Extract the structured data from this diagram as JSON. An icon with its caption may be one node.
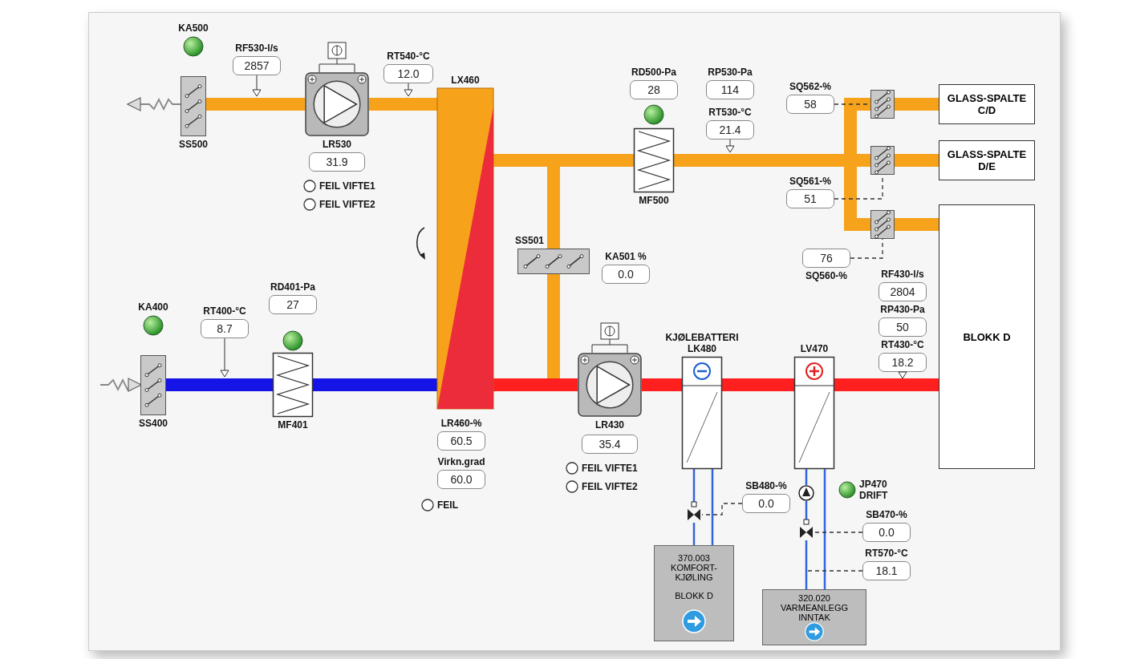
{
  "diagram": {
    "nodes": [
      {
        "text": [
          "SS500"
        ]
      },
      {
        "text": [
          "KA500"
        ]
      },
      {
        "text": [
          "RF530-l/s",
          "2857"
        ]
      },
      {
        "text": [
          "LR530"
        ]
      },
      {
        "text": [
          "31.9"
        ]
      },
      {
        "text": [
          "FEIL VIFTE1"
        ]
      },
      {
        "text": [
          "FEIL VIFTE2"
        ]
      },
      {
        "text": [
          "RT540-°C",
          "12.0"
        ]
      },
      {
        "text": [
          "LX460"
        ]
      },
      {
        "text": [
          "RD500-Pa",
          "28"
        ]
      },
      {
        "text": [
          "MF500"
        ]
      },
      {
        "text": [],
        "shape": "circle"
      },
      {
        "text": [
          "RP530-Pa",
          "114"
        ]
      },
      {
        "text": [
          "RT530-°C",
          "21.4"
        ]
      },
      {
        "text": [
          "SQ562-%",
          "58"
        ]
      },
      {
        "text": [
          "SQ561-%",
          "51"
        ]
      },
      {
        "text": [],
        "shape": "box"
      },
      {
        "text": [],
        "shape": "box"
      },
      {
        "text": [
          "GLASS-SPALTE C/D"
        ]
      },
      {
        "text": [
          "GLASS-SPALTE D/E"
        ]
      },
      {
        "text": [],
        "shape": "box"
      },
      {
        "text": [
          "76",
          "SQ560-%"
        ]
      },
      {
        "text": [
          "BLOKK D"
        ]
      },
      {
        "text": [
          "SS501"
        ]
      },
      {
        "text": [
          "KA501 %",
          "0.0"
        ]
      },
      {
        "text": [
          "KA400"
        ]
      },
      {
        "text": [
          "SS400"
        ]
      },
      {
        "text": [
          "RT400-°C",
          "8.7"
        ]
      },
      {
        "text": [
          "RD401-Pa",
          "27"
        ]
      },
      {
        "text": [
          "MF401"
        ]
      },
      {
        "text": [],
        "shape": "circle"
      },
      {
        "text": [
          "LR460-%",
          "60.5"
        ]
      },
      {
        "text": [
          "Virkn.grad",
          "60.0"
        ]
      },
      {
        "text": [
          "FEIL"
        ]
      },
      {
        "text": [
          "LR430"
        ]
      },
      {
        "text": [
          "35.4"
        ]
      },
      {
        "text": [
          "FEIL VIFTE1"
        ]
      },
      {
        "text": [
          "FEIL VIFTE2"
        ]
      },
      {
        "text": [
          "KJØLEBATTERI LK480"
        ]
      },
      {
        "text": [
          "LV470"
        ]
      },
      {
        "text": [
          "RF430-l/s",
          "2804"
        ]
      },
      {
        "text": [
          "RP430-Pa",
          "50"
        ]
      },
      {
        "text": [
          "RT430-°C",
          "18.2"
        ]
      },
      {
        "text": [
          "SB480-%",
          "0.0"
        ]
      },
      {
        "text": [
          "JP470 DRIFT"
        ]
      },
      {
        "text": [
          "SB470-%",
          "0.0"
        ]
      },
      {
        "text": [
          "RT570-°C",
          "18.1"
        ]
      },
      {
        "text": [
          "370.003 KOMFORT-KJØLING",
          "BLOKK D"
        ]
      },
      {
        "text": [
          "320.020 VARMEANLEGG INNTAK"
        ]
      },
      {
        "text": [],
        "shape": "valve"
      },
      {
        "text": [],
        "shape": "valve"
      },
      {
        "text": [],
        "shape": "pump"
      }
    ],
    "edges": [
      {
        "from": 8,
        "to": 3,
        "arrow": "none",
        "color": "#f7a21b"
      },
      {
        "from": 3,
        "to": 0,
        "arrow": "none",
        "color": "#f7a21b"
      },
      {
        "from": 0,
        "to": null,
        "arrow": "to",
        "color": "#888888"
      },
      {
        "from": 18,
        "to": 16,
        "arrow": "none",
        "color": "#f7a21b"
      },
      {
        "from": 19,
        "to": 17,
        "arrow": "none",
        "color": "#f7a21b"
      },
      {
        "from": 22,
        "to": 20,
        "arrow": "none",
        "color": "#f7a21b"
      },
      {
        "from": 16,
        "to": 10,
        "arrow": "none",
        "color": "#f7a21b"
      },
      {
        "from": 17,
        "to": 10,
        "arrow": "none",
        "color": "#f7a21b"
      },
      {
        "from": 20,
        "to": 10,
        "arrow": "none",
        "color": "#f7a21b"
      },
      {
        "from": 10,
        "to": 8,
        "arrow": "none",
        "color": "#f7a21b"
      },
      {
        "from": 10,
        "to": 23,
        "arrow": "none",
        "color": "#f7a21b"
      },
      {
        "from": 23,
        "to": 34,
        "arrow": "none",
        "color": "#f7a21b"
      },
      {
        "from": null,
        "to": 26,
        "arrow": "to",
        "color": "#888888"
      },
      {
        "from": 26,
        "to": 29,
        "arrow": "none",
        "color": "#1414e6"
      },
      {
        "from": 29,
        "to": 8,
        "arrow": "none",
        "color": "#1414e6"
      },
      {
        "from": 8,
        "to": 34,
        "arrow": "none",
        "color": "#ff1f1f"
      },
      {
        "from": 34,
        "to": 38,
        "arrow": "none",
        "color": "#ff1f1f"
      },
      {
        "from": 38,
        "to": 39,
        "arrow": "none",
        "color": "#ff1f1f"
      },
      {
        "from": 39,
        "to": 22,
        "arrow": "none",
        "color": "#ff1f1f"
      },
      {
        "from": 38,
        "to": 49,
        "arrow": "none",
        "color": "#3366dd"
      },
      {
        "from": 49,
        "to": 47,
        "arrow": "none",
        "color": "#3366dd"
      },
      {
        "from": 38,
        "to": 47,
        "arrow": "none",
        "color": "#3366dd"
      },
      {
        "from": 39,
        "to": 51,
        "arrow": "none",
        "color": "#3366dd"
      },
      {
        "from": 51,
        "to": 50,
        "arrow": "none",
        "color": "#3366dd"
      },
      {
        "from": 50,
        "to": 48,
        "arrow": "none",
        "color": "#3366dd"
      },
      {
        "from": 39,
        "to": 48,
        "arrow": "none",
        "color": "#3366dd"
      },
      {
        "from": 14,
        "to": 16,
        "arrow": "none",
        "style": "dashed",
        "color": "#333333"
      },
      {
        "from": 15,
        "to": 17,
        "arrow": "none",
        "style": "dashed",
        "color": "#333333"
      },
      {
        "from": 21,
        "to": 20,
        "arrow": "none",
        "style": "dashed",
        "color": "#333333"
      },
      {
        "from": 43,
        "to": 49,
        "arrow": "none",
        "style": "dashed",
        "color": "#333333"
      },
      {
        "from": 45,
        "to": 50,
        "arrow": "none",
        "style": "dashed",
        "color": "#333333"
      },
      {
        "from": 46,
        "to": null,
        "arrow": "none",
        "style": "dashed",
        "color": "#333333"
      }
    ]
  }
}
